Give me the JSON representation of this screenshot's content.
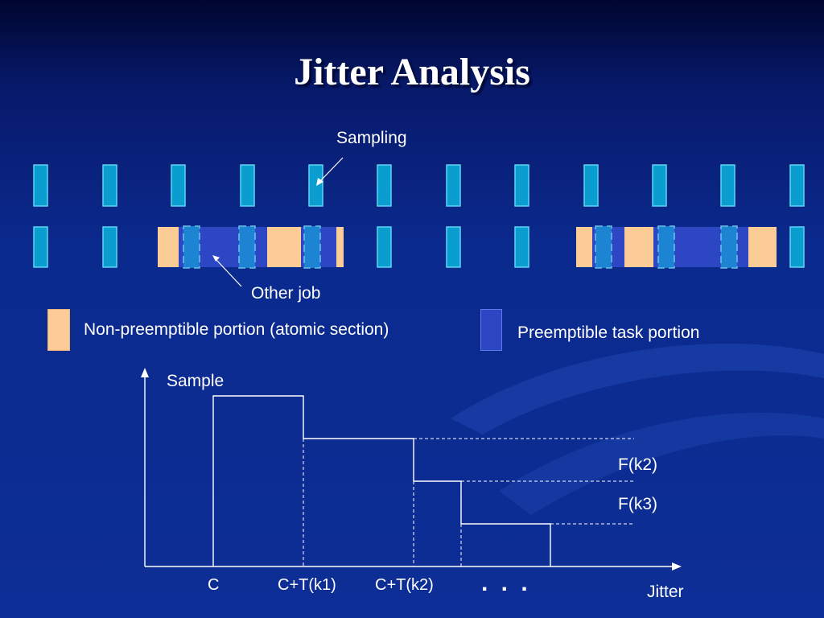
{
  "title": "Jitter Analysis",
  "timeline": {
    "sampling_label": "Sampling",
    "other_job_label": "Other job"
  },
  "legend": {
    "non_preemptible": "Non-preemptible portion (atomic section)",
    "preemptible": "Preemptible task portion"
  },
  "graph": {
    "y_label": "Sample",
    "x_label": "Jitter",
    "step_labels": [
      "F(k2)",
      "F(k3)"
    ],
    "x_ticks": [
      "C",
      "C+T(k1)",
      "C+T(k2)"
    ],
    "continuation": ". . ."
  },
  "colors": {
    "sample_fill": "#0a9ed0",
    "sample_edge": "#5fd3f3",
    "non_preemptible": "#fbcc96",
    "preemptible": "#2c46c4",
    "text": "#ffffff"
  }
}
